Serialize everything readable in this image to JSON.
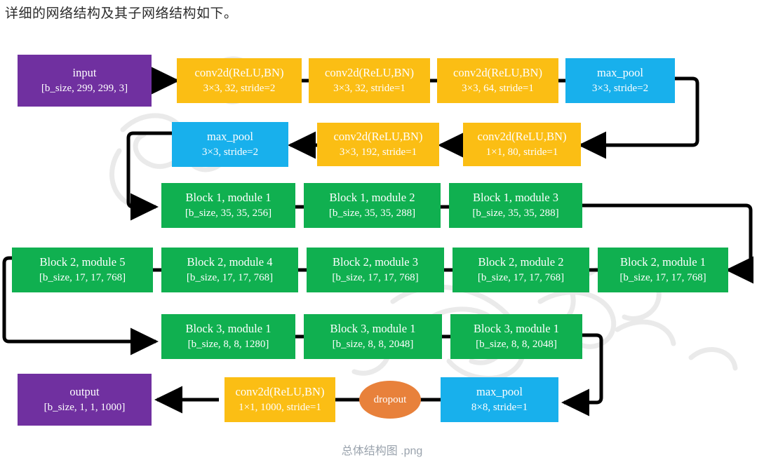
{
  "page": {
    "intro_text": "详细的网络结构及其子网络结构如下。",
    "caption": "总体结构图 .png",
    "caption_color": "#9aa3ad"
  },
  "palette": {
    "purple": "#7030a0",
    "orange": "#fbbe14",
    "blue": "#18b0ec",
    "green": "#10b050",
    "dropout_orange": "#e8813b",
    "arrow": "#000000",
    "text": "#ffffff"
  },
  "diagram": {
    "type": "flowchart",
    "title": "Inception v3 overall network structure",
    "rows": [
      {
        "name": "row-1-stem",
        "direction": "left-to-right",
        "nodes": [
          {
            "id": "input",
            "color": "purple",
            "line1": "input",
            "line2": "[b_size, 299, 299, 3]"
          },
          {
            "id": "conv1",
            "color": "orange",
            "line1": "conv2d(ReLU,BN)",
            "line2": "3×3, 32, stride=2"
          },
          {
            "id": "conv2",
            "color": "orange",
            "line1": "conv2d(ReLU,BN)",
            "line2": "3×3, 32, stride=1"
          },
          {
            "id": "conv3",
            "color": "orange",
            "line1": "conv2d(ReLU,BN)",
            "line2": "3×3, 64, stride=1"
          },
          {
            "id": "pool1",
            "color": "blue",
            "line1": "max_pool",
            "line2": "3×3, stride=2"
          }
        ]
      },
      {
        "name": "row-2-stem-cont",
        "direction": "right-to-left",
        "nodes": [
          {
            "id": "pool2",
            "color": "blue",
            "line1": "max_pool",
            "line2": "3×3, stride=2"
          },
          {
            "id": "conv5",
            "color": "orange",
            "line1": "conv2d(ReLU,BN)",
            "line2": "3×3, 192, stride=1"
          },
          {
            "id": "conv4",
            "color": "orange",
            "line1": "conv2d(ReLU,BN)",
            "line2": "1×1, 80, stride=1"
          }
        ]
      },
      {
        "name": "row-3-block1",
        "direction": "left-to-right",
        "nodes": [
          {
            "id": "b1m1",
            "color": "green",
            "line1": "Block 1, module 1",
            "line2": "[b_size, 35, 35, 256]"
          },
          {
            "id": "b1m2",
            "color": "green",
            "line1": "Block 1, module 2",
            "line2": "[b_size, 35, 35, 288]"
          },
          {
            "id": "b1m3",
            "color": "green",
            "line1": "Block 1, module 3",
            "line2": "[b_size, 35, 35, 288]"
          }
        ]
      },
      {
        "name": "row-4-block2",
        "direction": "right-to-left",
        "nodes": [
          {
            "id": "b2m5",
            "color": "green",
            "line1": "Block 2, module 5",
            "line2": "[b_size, 17, 17, 768]"
          },
          {
            "id": "b2m4",
            "color": "green",
            "line1": "Block 2, module 4",
            "line2": "[b_size, 17, 17, 768]"
          },
          {
            "id": "b2m3",
            "color": "green",
            "line1": "Block 2, module 3",
            "line2": "[b_size, 17, 17, 768]"
          },
          {
            "id": "b2m2",
            "color": "green",
            "line1": "Block 2, module 2",
            "line2": "[b_size, 17, 17, 768]"
          },
          {
            "id": "b2m1",
            "color": "green",
            "line1": "Block 2, module 1",
            "line2": "[b_size, 17, 17, 768]"
          }
        ]
      },
      {
        "name": "row-5-block3",
        "direction": "left-to-right",
        "nodes": [
          {
            "id": "b3m1",
            "color": "green",
            "line1": "Block 3, module 1",
            "line2": "[b_size, 8, 8, 1280]"
          },
          {
            "id": "b3m2",
            "color": "green",
            "line1": "Block 3, module 1",
            "line2": "[b_size, 8, 8, 2048]"
          },
          {
            "id": "b3m3",
            "color": "green",
            "line1": "Block 3, module 1",
            "line2": "[b_size, 8, 8, 2048]"
          }
        ]
      },
      {
        "name": "row-6-head",
        "direction": "right-to-left",
        "nodes": [
          {
            "id": "output",
            "color": "purple",
            "line1": "output",
            "line2": "[b_size, 1, 1, 1000]"
          },
          {
            "id": "convout",
            "color": "orange",
            "line1": "conv2d(ReLU,BN)",
            "line2": "1×1, 1000, stride=1"
          },
          {
            "id": "dropout",
            "color": "dropout_orange",
            "shape": "ellipse",
            "line1": "dropout",
            "line2": ""
          },
          {
            "id": "pool3",
            "color": "blue",
            "line1": "max_pool",
            "line2": "8×8, stride=1"
          }
        ]
      }
    ],
    "connector_count": 19,
    "wrap_connectors": [
      {
        "from": "pool1",
        "to": "conv4",
        "path": "right-down-left"
      },
      {
        "from": "pool2",
        "to": "b1m1",
        "path": "left-down-right"
      },
      {
        "from": "b1m3",
        "to": "b2m1",
        "path": "right-down-left"
      },
      {
        "from": "b2m5",
        "to": "b3m1",
        "path": "left-down-right"
      },
      {
        "from": "b3m3",
        "to": "pool3",
        "path": "right-down-left"
      }
    ]
  }
}
